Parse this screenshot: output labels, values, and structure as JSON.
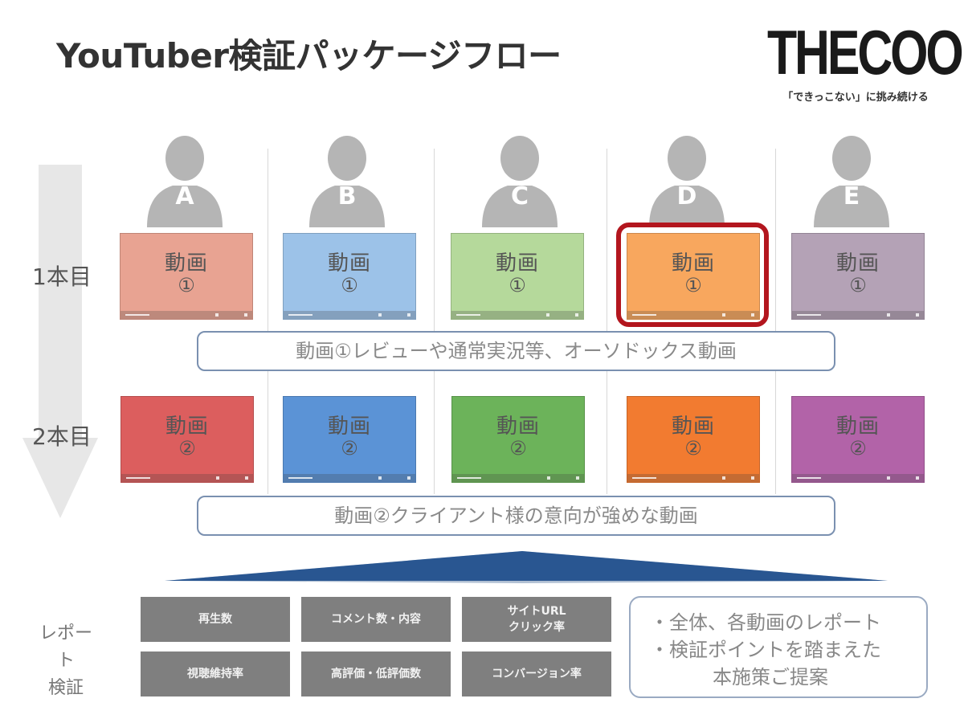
{
  "title": "YouTuber検証パッケージフロー",
  "logo": {
    "wordmark": "THECOO",
    "tagline": "「できっこない」に挑み続ける"
  },
  "colors": {
    "title": "#333333",
    "arrow": "#e7e7e7",
    "pyramid": "#2e5d9a",
    "highlight": "#b3161e",
    "metric": "#7f7f7f"
  },
  "creators": [
    {
      "letter": "A",
      "color1": "#e8a392",
      "color2": "#dc5e5e"
    },
    {
      "letter": "B",
      "color1": "#9cc2e8",
      "color2": "#5b93d6"
    },
    {
      "letter": "C",
      "color1": "#b5d99b",
      "color2": "#6cb35a"
    },
    {
      "letter": "D",
      "color1": "#f8a75e",
      "color2": "#f27b30"
    },
    {
      "letter": "E",
      "color1": "#b4a2b6",
      "color2": "#b263a8"
    }
  ],
  "video_label": "動画",
  "rows": [
    {
      "label": "1本目",
      "number": "①",
      "description": "動画①レビューや通常実況等、オーソドックス動画"
    },
    {
      "label": "2本目",
      "number": "②",
      "description": "動画②クライアント様の意向が強めな動画"
    }
  ],
  "highlighted_creator": "D",
  "report": {
    "label_line1": "レポート",
    "label_line2": "検証",
    "metrics": [
      "再生数",
      "コメント数・内容",
      "サイトURL\nクリック率",
      "視聴維持率",
      "高評価・低評価数",
      "コンバージョン率"
    ],
    "summary": [
      "・全体、各動画のレポート",
      "・検証ポイントを踏まえた",
      "本施策ご提案"
    ]
  }
}
